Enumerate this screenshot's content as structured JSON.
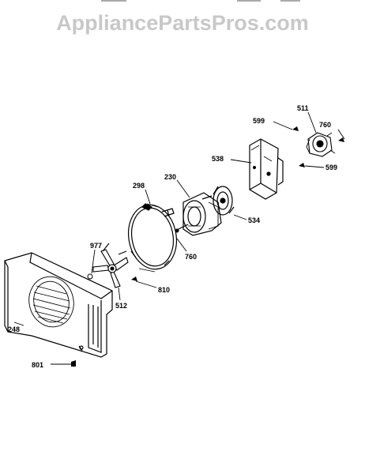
{
  "watermark": "AppliancePartsPros.com",
  "parts": {
    "p599a": "599",
    "p511": "511",
    "p760a": "760",
    "p538": "538",
    "p599b": "599",
    "p230": "230",
    "p298": "298",
    "p534": "534",
    "p977": "977",
    "p760b": "760",
    "p810": "810",
    "p512": "512",
    "p248": "248",
    "p801": "801"
  }
}
